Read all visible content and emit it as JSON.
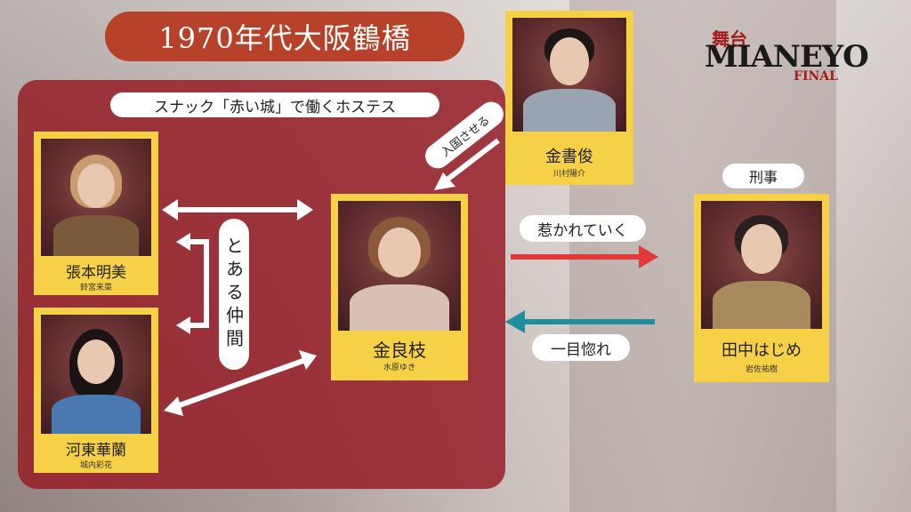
{
  "title": "1970年代大阪鶴橋",
  "logo": {
    "small": "舞台",
    "main": "MIANEYO",
    "sub": "FINAL"
  },
  "group_label": "スナック「赤い城」で働くホステス",
  "group_relation": "とある仲間",
  "cards": {
    "harimoto": {
      "name": "張本明美",
      "actor": "鈴宮来菜"
    },
    "kawahigashi": {
      "name": "河東華蘭",
      "actor": "城内彩花"
    },
    "kin_ryoshi": {
      "name": "金良枝",
      "actor": "水原ゆき"
    },
    "kin_shoshun": {
      "name": "金書俊",
      "actor": "川村陽介"
    },
    "tanaka": {
      "name": "田中はじめ",
      "actor": "岩佐祐樹"
    }
  },
  "relations": {
    "nyukoku": "入国させる",
    "keiji": "刑事",
    "hikarete": "惹かれていく",
    "hitomebore": "一目惚れ"
  },
  "colors": {
    "red_arrow": "#e03a3a",
    "blue_arrow": "#1e8ea0",
    "card": "#f6d046",
    "panel": "#961e28",
    "title_pill": "#b8412a"
  }
}
